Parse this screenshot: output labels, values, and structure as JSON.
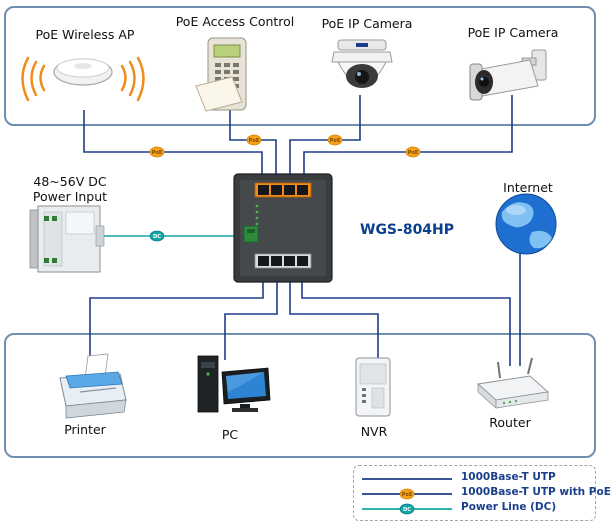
{
  "top_devices": {
    "ap_label": "PoE Wireless AP",
    "access_label": "PoE Access Control",
    "camera1_label": "PoE IP Camera",
    "camera2_label": "PoE IP Camera"
  },
  "power": {
    "label_line1": "48~56V DC",
    "label_line2": "Power Input",
    "dc_badge": "DC"
  },
  "switch": {
    "model": "WGS-804HP"
  },
  "internet": {
    "label": "Internet"
  },
  "poe_badge": "PoE",
  "bottom_devices": {
    "printer_label": "Printer",
    "pc_label": "PC",
    "nvr_label": "NVR",
    "router_label": "Router"
  },
  "legend": {
    "items": [
      {
        "label": "1000Base-T UTP"
      },
      {
        "label": "1000Base-T UTP with PoE",
        "badge": "PoE"
      },
      {
        "label": "Power Line (DC)",
        "badge": "DC"
      }
    ]
  },
  "colors": {
    "utp": "#1f3c88",
    "poe_badge": "#f7a21b",
    "dc_line": "#14a6a6",
    "panel_border": "#6f8fb0"
  }
}
